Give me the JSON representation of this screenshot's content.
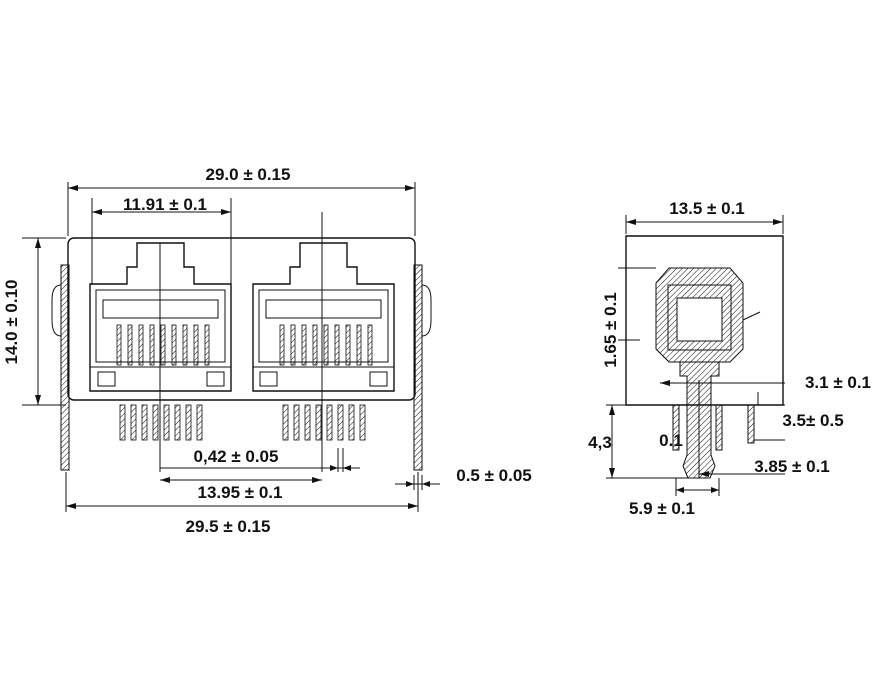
{
  "drawing": {
    "front_view": {
      "dim_total_width": "29.0  ±  0.15",
      "dim_port_offset": "11.91  ±  0.1",
      "dim_height": "14.0  ±  0.10",
      "dim_pin_width": "0,42  ±  0.05",
      "dim_port_pitch": "13.95  ±  0.1",
      "dim_shield_thickness": "0.5  ±  0.05",
      "dim_overall_width": "29.5  ±  0.15"
    },
    "side_view": {
      "dim_depth": "13.5  ±  0.1",
      "dim_led_height": "1.65  ±  0.1",
      "dim_post_length": "3.1  ±  0.1",
      "dim_pin_length": "3.5±  0.5",
      "dim_standoff": "4,3",
      "dim_small": "0.1",
      "dim_pin_offset": "3.85  ±  0.1",
      "dim_post_spacing": "5.9  ±  0.1"
    }
  }
}
